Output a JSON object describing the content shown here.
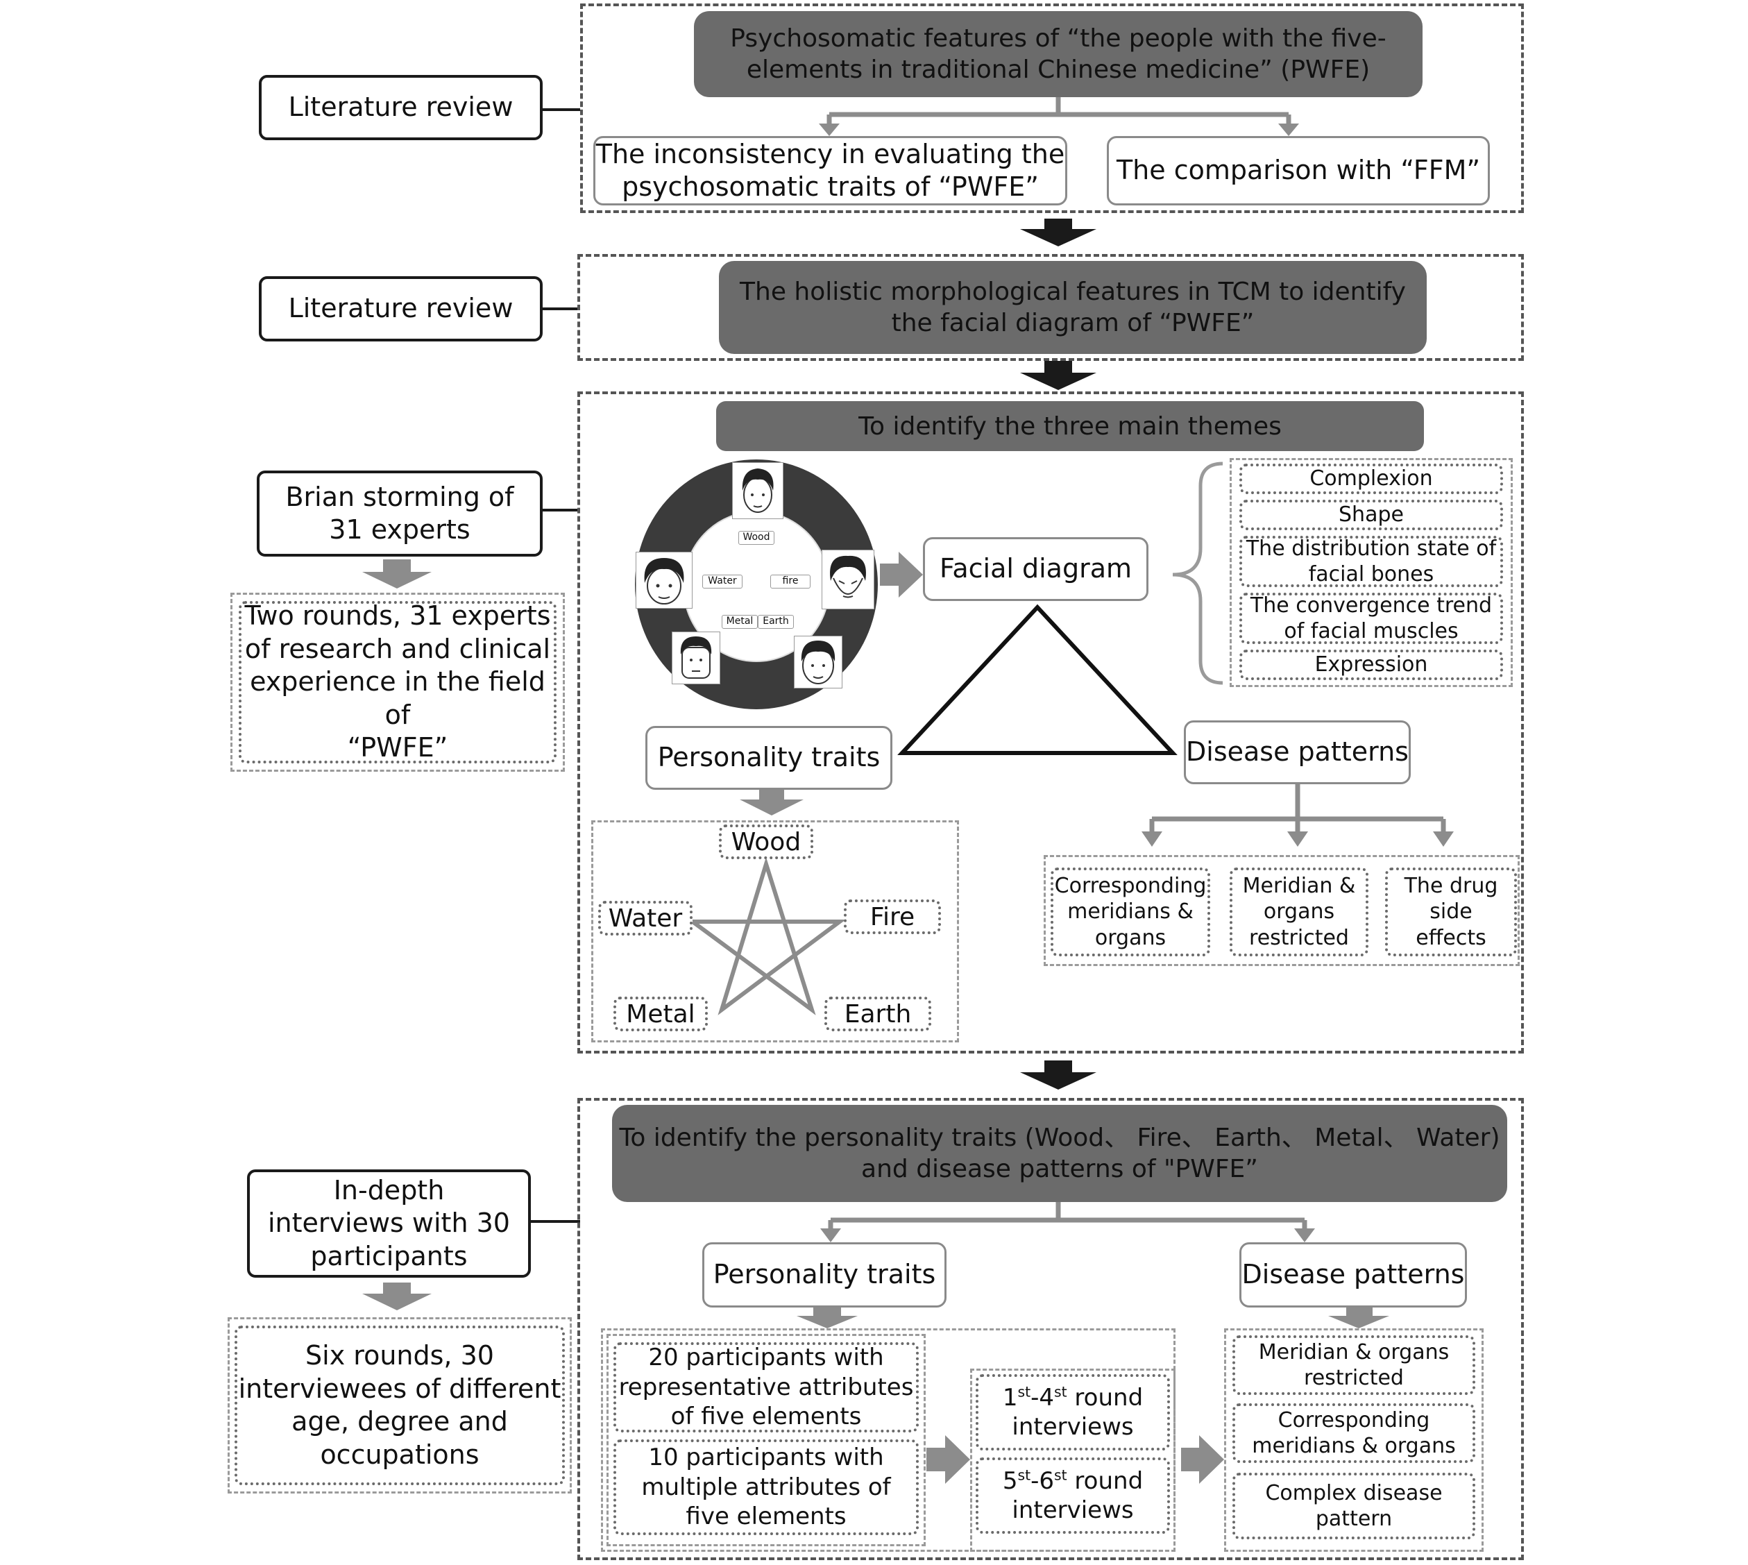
{
  "section1": {
    "side_label": "Literature review",
    "header": "Psychosomatic features of “the people with the five-\nelements in traditional Chinese medicine” (PWFE)",
    "left_box": "The inconsistency in evaluating the\npsychosomatic traits of “PWFE”",
    "right_box": "The comparison with “FFM”"
  },
  "section2": {
    "side_label": "Literature review",
    "header": "The holistic morphological features in TCM to identify\nthe facial diagram of “PWFE”"
  },
  "section3": {
    "side_label": "Brian storming of\n31 experts",
    "side_detail": "Two rounds, 31 experts\nof research and clinical\nexperience in the field of\n“PWFE”",
    "header": "To identify the three main themes",
    "wheel_labels": [
      "Wood",
      "Water",
      "fire",
      "Metal",
      "Earth"
    ],
    "facial_diagram": "Facial diagram",
    "facial_items": [
      "Complexion",
      "Shape",
      "The distribution state of\nfacial bones",
      "The convergence trend\nof facial muscles",
      "Expression"
    ],
    "personality": "Personality traits",
    "disease": "Disease patterns",
    "elements": {
      "wood": "Wood",
      "water": "Water",
      "fire": "Fire",
      "metal": "Metal",
      "earth": "Earth"
    },
    "disease_items": [
      "Corresponding\nmeridians &\norgans",
      "Meridian &\norgans\nrestricted",
      "The drug\nside\neffects"
    ]
  },
  "section4": {
    "side_label": "In-depth\ninterviews with 30\nparticipants",
    "side_detail": "Six rounds, 30\ninterviewees of different\nage, degree and\noccupations",
    "header": "To identify the personality traits (Wood、 Fire、 Earth、 Metal、 Water)\nand disease patterns of \"PWFE”",
    "personality": "Personality traits",
    "disease": "Disease patterns",
    "participants": [
      "20 participants with\nrepresentative attributes\nof five elements",
      "10 participants with\nmultiple attributes of\nfive elements"
    ],
    "rounds": [
      {
        "a": "1",
        "a_sup": "st",
        "b": "-4",
        "b_sup": "st",
        "c": " round\ninterviews"
      },
      {
        "a": "5",
        "a_sup": "st",
        "b": "-6",
        "b_sup": "st",
        "c": " round\ninterviews"
      }
    ],
    "disease_items": [
      "Meridian & organs\nrestricted",
      "Corresponding\nmeridians & organs",
      "Complex disease\npattern"
    ]
  }
}
